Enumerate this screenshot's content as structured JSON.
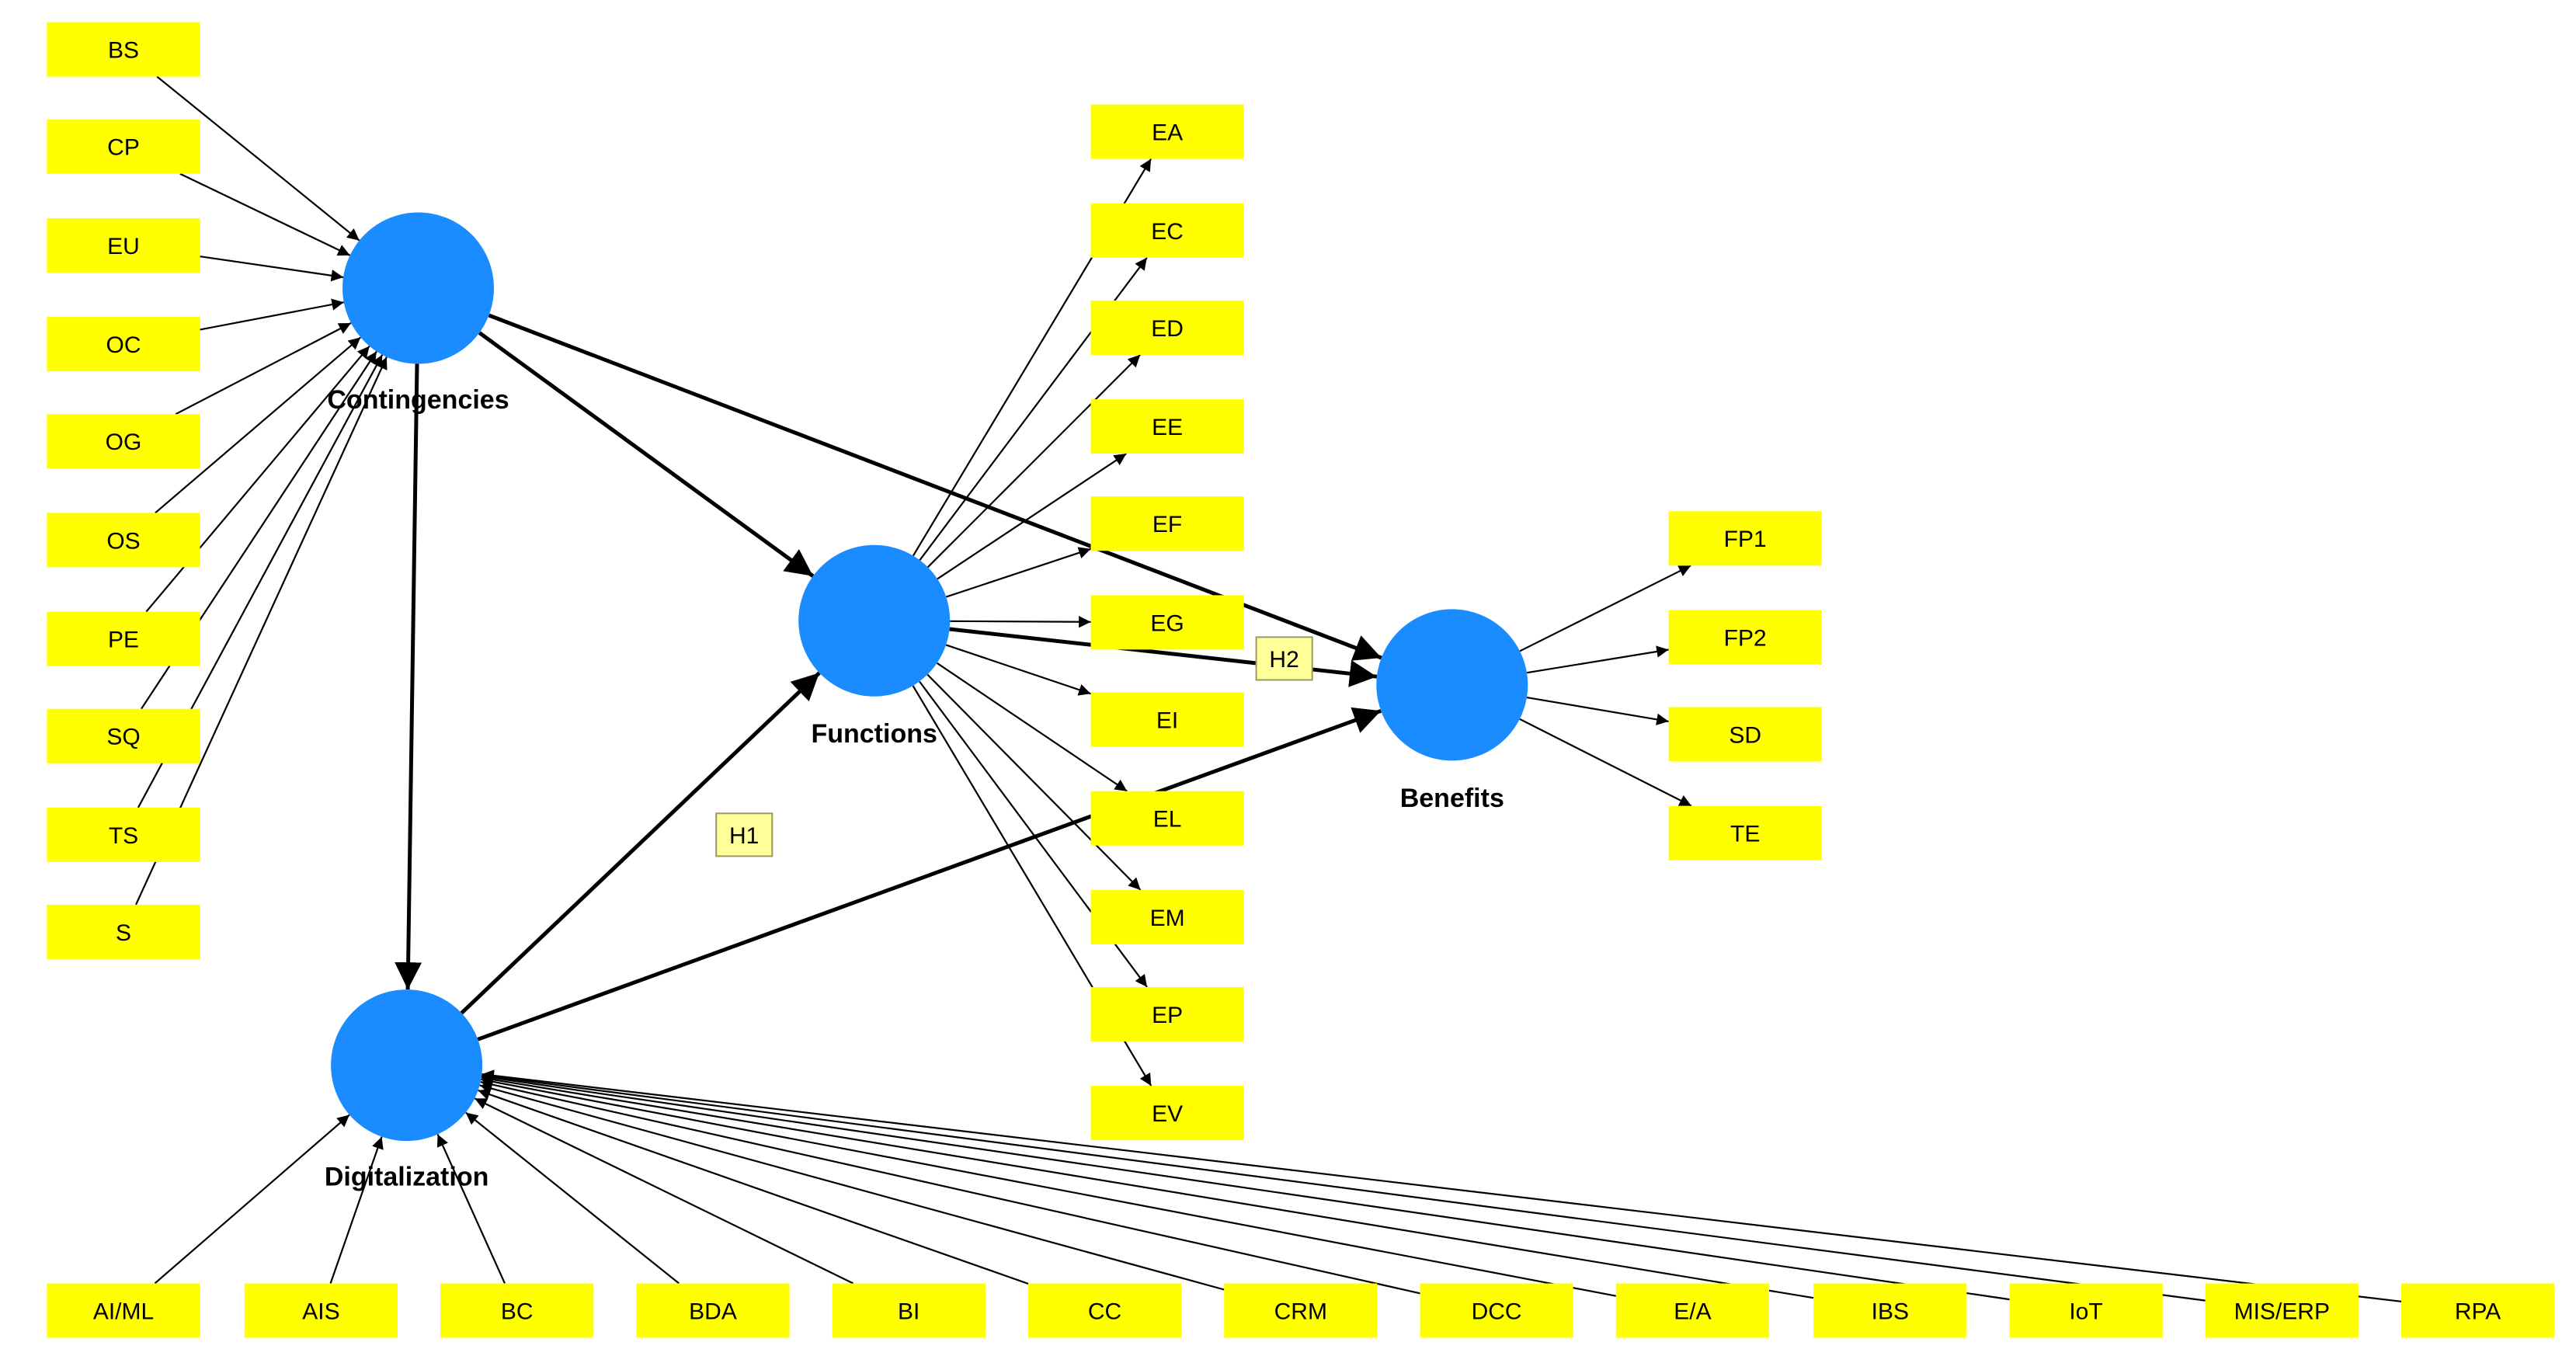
{
  "colors": {
    "indicator_fill": "#ffff00",
    "construct_fill": "#1a8cff",
    "hypothesis_fill": "#ffff99",
    "hypothesis_border": "#999966",
    "arrow": "#000000",
    "background": "#ffffff"
  },
  "constructs": [
    {
      "id": "contingencies",
      "label": "Contingencies"
    },
    {
      "id": "digitalization",
      "label": "Digitalization"
    },
    {
      "id": "functions",
      "label": "Functions"
    },
    {
      "id": "benefits",
      "label": "Benefits"
    }
  ],
  "indicators": [
    {
      "id": "BS",
      "label": "BS",
      "construct": "contingencies",
      "direction": "in"
    },
    {
      "id": "CP",
      "label": "CP",
      "construct": "contingencies",
      "direction": "in"
    },
    {
      "id": "EU",
      "label": "EU",
      "construct": "contingencies",
      "direction": "in"
    },
    {
      "id": "OC",
      "label": "OC",
      "construct": "contingencies",
      "direction": "in"
    },
    {
      "id": "OG",
      "label": "OG",
      "construct": "contingencies",
      "direction": "in"
    },
    {
      "id": "OS",
      "label": "OS",
      "construct": "contingencies",
      "direction": "in"
    },
    {
      "id": "PE",
      "label": "PE",
      "construct": "contingencies",
      "direction": "in"
    },
    {
      "id": "SQ",
      "label": "SQ",
      "construct": "contingencies",
      "direction": "in"
    },
    {
      "id": "TS",
      "label": "TS",
      "construct": "contingencies",
      "direction": "in"
    },
    {
      "id": "S",
      "label": "S",
      "construct": "contingencies",
      "direction": "in"
    },
    {
      "id": "EA",
      "label": "EA",
      "construct": "functions",
      "direction": "out"
    },
    {
      "id": "EC",
      "label": "EC",
      "construct": "functions",
      "direction": "out"
    },
    {
      "id": "ED",
      "label": "ED",
      "construct": "functions",
      "direction": "out"
    },
    {
      "id": "EE",
      "label": "EE",
      "construct": "functions",
      "direction": "out"
    },
    {
      "id": "EF",
      "label": "EF",
      "construct": "functions",
      "direction": "out"
    },
    {
      "id": "EG",
      "label": "EG",
      "construct": "functions",
      "direction": "out"
    },
    {
      "id": "EI",
      "label": "EI",
      "construct": "functions",
      "direction": "out"
    },
    {
      "id": "EL",
      "label": "EL",
      "construct": "functions",
      "direction": "out"
    },
    {
      "id": "EM",
      "label": "EM",
      "construct": "functions",
      "direction": "out"
    },
    {
      "id": "EP",
      "label": "EP",
      "construct": "functions",
      "direction": "out"
    },
    {
      "id": "EV",
      "label": "EV",
      "construct": "functions",
      "direction": "out"
    },
    {
      "id": "FP1",
      "label": "FP1",
      "construct": "benefits",
      "direction": "out"
    },
    {
      "id": "FP2",
      "label": "FP2",
      "construct": "benefits",
      "direction": "out"
    },
    {
      "id": "SD",
      "label": "SD",
      "construct": "benefits",
      "direction": "out"
    },
    {
      "id": "TE",
      "label": "TE",
      "construct": "benefits",
      "direction": "out"
    },
    {
      "id": "AIML",
      "label": "AI/ML",
      "construct": "digitalization",
      "direction": "in"
    },
    {
      "id": "AIS",
      "label": "AIS",
      "construct": "digitalization",
      "direction": "in"
    },
    {
      "id": "BC",
      "label": "BC",
      "construct": "digitalization",
      "direction": "in"
    },
    {
      "id": "BDA",
      "label": "BDA",
      "construct": "digitalization",
      "direction": "in"
    },
    {
      "id": "BI",
      "label": "BI",
      "construct": "digitalization",
      "direction": "in"
    },
    {
      "id": "CC",
      "label": "CC",
      "construct": "digitalization",
      "direction": "in"
    },
    {
      "id": "CRM",
      "label": "CRM",
      "construct": "digitalization",
      "direction": "in"
    },
    {
      "id": "DCC",
      "label": "DCC",
      "construct": "digitalization",
      "direction": "in"
    },
    {
      "id": "EA2",
      "label": "E/A",
      "construct": "digitalization",
      "direction": "in"
    },
    {
      "id": "IBS",
      "label": "IBS",
      "construct": "digitalization",
      "direction": "in"
    },
    {
      "id": "IoT",
      "label": "IoT",
      "construct": "digitalization",
      "direction": "in"
    },
    {
      "id": "MISERP",
      "label": "MIS/ERP",
      "construct": "digitalization",
      "direction": "in"
    },
    {
      "id": "RPA",
      "label": "RPA",
      "construct": "digitalization",
      "direction": "in"
    }
  ],
  "paths": [
    {
      "from": "contingencies",
      "to": "functions"
    },
    {
      "from": "contingencies",
      "to": "benefits"
    },
    {
      "from": "contingencies",
      "to": "digitalization"
    },
    {
      "from": "digitalization",
      "to": "functions"
    },
    {
      "from": "digitalization",
      "to": "benefits"
    },
    {
      "from": "functions",
      "to": "benefits"
    }
  ],
  "hypotheses": [
    {
      "id": "H1",
      "label": "H1"
    },
    {
      "id": "H2",
      "label": "H2"
    }
  ]
}
